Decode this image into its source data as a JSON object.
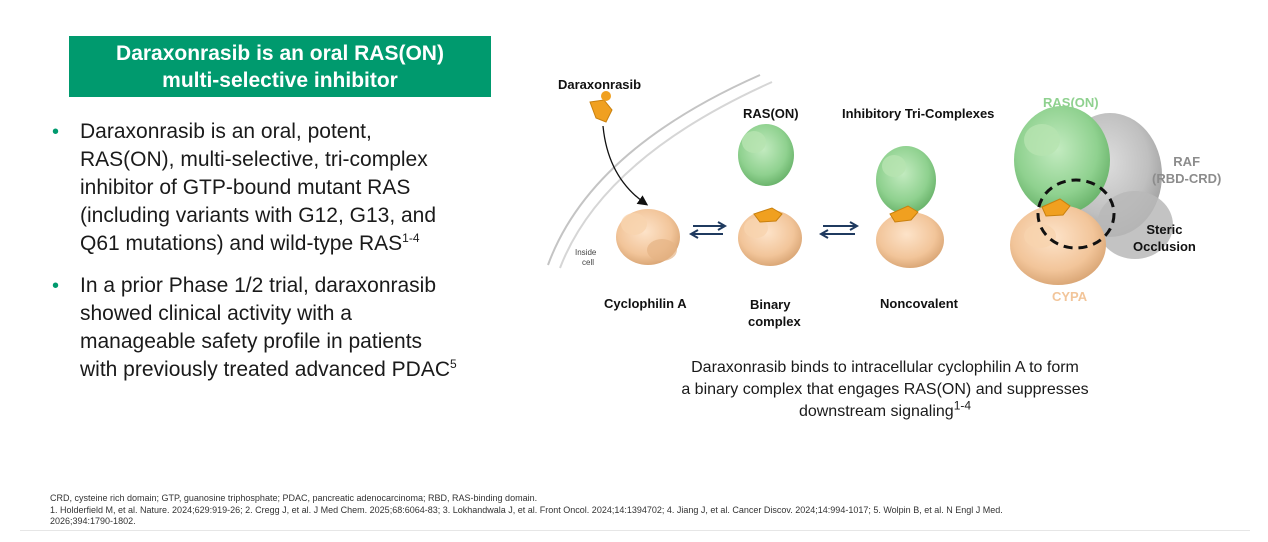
{
  "title": {
    "line1": "Daraxonrasib is an oral RAS(ON)",
    "line2": "multi-selective inhibitor"
  },
  "bullets": [
    {
      "lines": [
        "Daraxonrasib is an oral, potent,",
        "RAS(ON), multi-selective, tri-complex",
        "inhibitor of GTP-bound mutant RAS",
        "(including variants with G12, G13, and",
        "Q61 mutations) and wild-type RAS"
      ],
      "sup": "1-4"
    },
    {
      "lines": [
        "In a prior Phase 1/2 trial, daraxonrasib",
        "showed clinical activity with a",
        "manageable safety profile in patients",
        "with previously treated advanced PDAC"
      ],
      "sup": "5"
    }
  ],
  "diagram": {
    "drug_label": "Daraxonrasib",
    "inside_cell_line1": "Inside",
    "inside_cell_line2": "cell",
    "ras_on_label": "RAS(ON)",
    "tri_complex_label": "Inhibitory Tri-Complexes",
    "cyclophilin_label": "Cyclophilin A",
    "binary_line1": "Binary",
    "binary_line2": "complex",
    "noncovalent_label": "Noncovalent",
    "ras_on_structure_label": "RAS(ON)",
    "raf_line1": "RAF",
    "raf_line2": "(RBD-CRD)",
    "steric_line1": "Steric",
    "steric_line2": "Occlusion",
    "cypa_label": "CYPA",
    "colors": {
      "green": "#009a6e",
      "ras_green": "#8fd18f",
      "cypa_peach": "#f2c59a",
      "drug_orange": "#f0a020",
      "raf_gray": "#b8b8b8",
      "arrow_navy": "#1f3a5f"
    }
  },
  "caption": {
    "line1": "Daraxonrasib binds to intracellular cyclophilin A to form",
    "line2": "a binary complex that engages RAS(ON) and suppresses",
    "line3": "downstream signaling",
    "sup": "1-4"
  },
  "footnotes": {
    "line1": "CRD, cysteine rich domain; GTP, guanosine triphosphate; PDAC, pancreatic adenocarcinoma; RBD, RAS-binding domain.",
    "line2": "1. Holderfield M, et al. Nature. 2024;629:919-26; 2. Cregg J, et al. J Med Chem. 2025;68:6064-83; 3. Lokhandwala J, et al. Front Oncol. 2024;14:1394702; 4. Jiang J, et al. Cancer Discov. 2024;14:994-1017; 5. Wolpin B, et al. N Engl J Med.",
    "line3": "2026;394:1790-1802."
  }
}
